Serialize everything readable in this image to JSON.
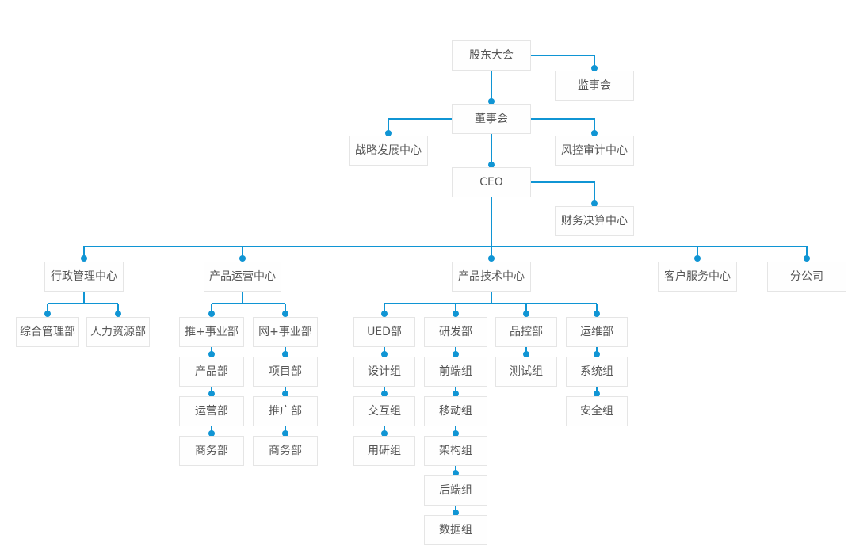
{
  "colors": {
    "connector_line": "#1095d4",
    "connector_dot": "#1095d4",
    "node_border": "#e5e5e5",
    "node_background": "#fefefe",
    "node_text": "#565656",
    "page_background": "#ffffff"
  },
  "org": {
    "type": "org-chart",
    "nodes": [
      {
        "id": "shareholders",
        "label": "股东大会",
        "parent": null
      },
      {
        "id": "supervisory-board",
        "label": "监事会",
        "parent": "shareholders"
      },
      {
        "id": "board-of-directors",
        "label": "董事会",
        "parent": "shareholders"
      },
      {
        "id": "strategy-center",
        "label": "战略发展中心",
        "parent": "board-of-directors"
      },
      {
        "id": "risk-audit-center",
        "label": "风控审计中心",
        "parent": "board-of-directors"
      },
      {
        "id": "ceo",
        "label": "CEO",
        "parent": "board-of-directors"
      },
      {
        "id": "finance-center",
        "label": "财务决算中心",
        "parent": "ceo"
      },
      {
        "id": "admin-center",
        "label": "行政管理中心",
        "parent": "ceo"
      },
      {
        "id": "product-ops-center",
        "label": "产品运营中心",
        "parent": "ceo"
      },
      {
        "id": "product-tech-center",
        "label": "产品技术中心",
        "parent": "ceo"
      },
      {
        "id": "customer-service-center",
        "label": "客户服务中心",
        "parent": "ceo"
      },
      {
        "id": "branch-company",
        "label": "分公司",
        "parent": "ceo"
      },
      {
        "id": "general-admin-dept",
        "label": "综合管理部",
        "parent": "admin-center"
      },
      {
        "id": "hr-dept",
        "label": "人力资源部",
        "parent": "admin-center"
      },
      {
        "id": "tui-division",
        "label": "推+事业部",
        "parent": "product-ops-center"
      },
      {
        "id": "wang-division",
        "label": "网+事业部",
        "parent": "product-ops-center"
      },
      {
        "id": "product-dept",
        "label": "产品部",
        "parent": "tui-division"
      },
      {
        "id": "project-dept",
        "label": "项目部",
        "parent": "wang-division"
      },
      {
        "id": "operations-dept",
        "label": "运营部",
        "parent": "tui-division"
      },
      {
        "id": "promotion-dept",
        "label": "推广部",
        "parent": "wang-division"
      },
      {
        "id": "business-dept-tui",
        "label": "商务部",
        "parent": "tui-division"
      },
      {
        "id": "business-dept-wang",
        "label": "商务部",
        "parent": "wang-division"
      },
      {
        "id": "ued-dept",
        "label": "UED部",
        "parent": "product-tech-center"
      },
      {
        "id": "design-group",
        "label": "设计组",
        "parent": "ued-dept"
      },
      {
        "id": "interaction-group",
        "label": "交互组",
        "parent": "ued-dept"
      },
      {
        "id": "user-research-group",
        "label": "用研组",
        "parent": "ued-dept"
      },
      {
        "id": "rd-dept",
        "label": "研发部",
        "parent": "product-tech-center"
      },
      {
        "id": "frontend-group",
        "label": "前端组",
        "parent": "rd-dept"
      },
      {
        "id": "mobile-group",
        "label": "移动组",
        "parent": "rd-dept"
      },
      {
        "id": "architecture-group",
        "label": "架构组",
        "parent": "rd-dept"
      },
      {
        "id": "backend-group",
        "label": "后端组",
        "parent": "rd-dept"
      },
      {
        "id": "data-group",
        "label": "数据组",
        "parent": "rd-dept"
      },
      {
        "id": "qc-dept",
        "label": "品控部",
        "parent": "product-tech-center"
      },
      {
        "id": "testing-group",
        "label": "测试组",
        "parent": "qc-dept"
      },
      {
        "id": "ops-dept",
        "label": "运维部",
        "parent": "product-tech-center"
      },
      {
        "id": "system-group",
        "label": "系统组",
        "parent": "ops-dept"
      },
      {
        "id": "security-group",
        "label": "安全组",
        "parent": "ops-dept"
      }
    ]
  }
}
